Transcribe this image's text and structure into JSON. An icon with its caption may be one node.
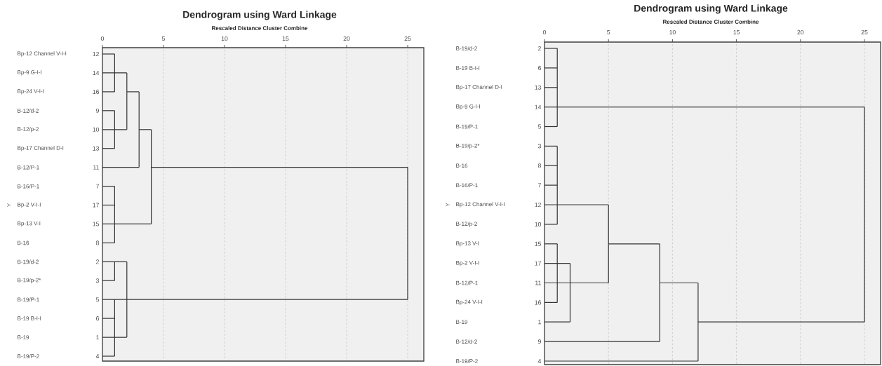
{
  "diagram": {
    "labels": [
      "Dendrogram using Ward Linkage",
      "Rescaled Distance Cluster Combine",
      "0",
      "5",
      "10",
      "15",
      "20",
      "25",
      "Y",
      "Bp-12 Channel V-I-I",
      "12",
      "Bp-9 G-I-I",
      "14",
      "Bp-24 V-I-I",
      "16",
      "B-12/d-2",
      "9",
      "B-12/p-2",
      "10",
      "Bp-17 Channel D-I",
      "13",
      "B-12/P-1",
      "11",
      "B-16/P-1",
      "7",
      "Bp-2 V-I-I",
      "17",
      "Bp-13 V-I",
      "15",
      "B-16",
      "8",
      "B-19/d-2",
      "2",
      "B-19/p-2*",
      "3",
      "B-19/P-1",
      "5",
      "B-19 B-I-I",
      "6",
      "B-19",
      "1",
      "B-19/P-2",
      "4",
      "Dendrogram using Ward Linkage",
      "Rescaled Distance Cluster Combine",
      "0",
      "5",
      "10",
      "15",
      "20",
      "25",
      "Y",
      "B-19/d-2",
      "2",
      "B-19 B-I-I",
      "6",
      "Bp-17 Channel D-I",
      "13",
      "Bp-9 G-I-I",
      "14",
      "B-19/P-1",
      "5",
      "B-19/p-2*",
      "3",
      "B-16",
      "8",
      "B-16/P-1",
      "7",
      "Bp-12 Channel V-I-I",
      "12",
      "B-12/p-2",
      "10",
      "Bp-13 V-I",
      "15",
      "Bp-2 V-I-I",
      "17",
      "B-12/P-1",
      "11",
      "Bp-24 V-I-I",
      "16",
      "B-19",
      "1",
      "B-12/d-2",
      "9",
      "B-19/P-2",
      "4"
    ]
  }
}
